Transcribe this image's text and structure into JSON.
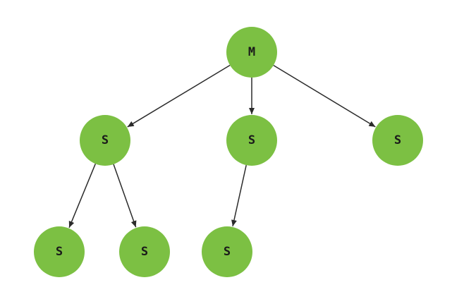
{
  "diagram": {
    "node_fill": "#7cc043",
    "edge_color": "#2b2b2b",
    "nodes": [
      {
        "id": "m",
        "label": "M"
      },
      {
        "id": "s1",
        "label": "S"
      },
      {
        "id": "s2",
        "label": "S"
      },
      {
        "id": "s3",
        "label": "S"
      },
      {
        "id": "s1a",
        "label": "S"
      },
      {
        "id": "s1b",
        "label": "S"
      },
      {
        "id": "s2a",
        "label": "S"
      }
    ],
    "edges": [
      {
        "from": "m",
        "to": "s1"
      },
      {
        "from": "m",
        "to": "s2"
      },
      {
        "from": "m",
        "to": "s3"
      },
      {
        "from": "s1",
        "to": "s1a"
      },
      {
        "from": "s1",
        "to": "s1b"
      },
      {
        "from": "s2",
        "to": "s2a"
      }
    ]
  }
}
